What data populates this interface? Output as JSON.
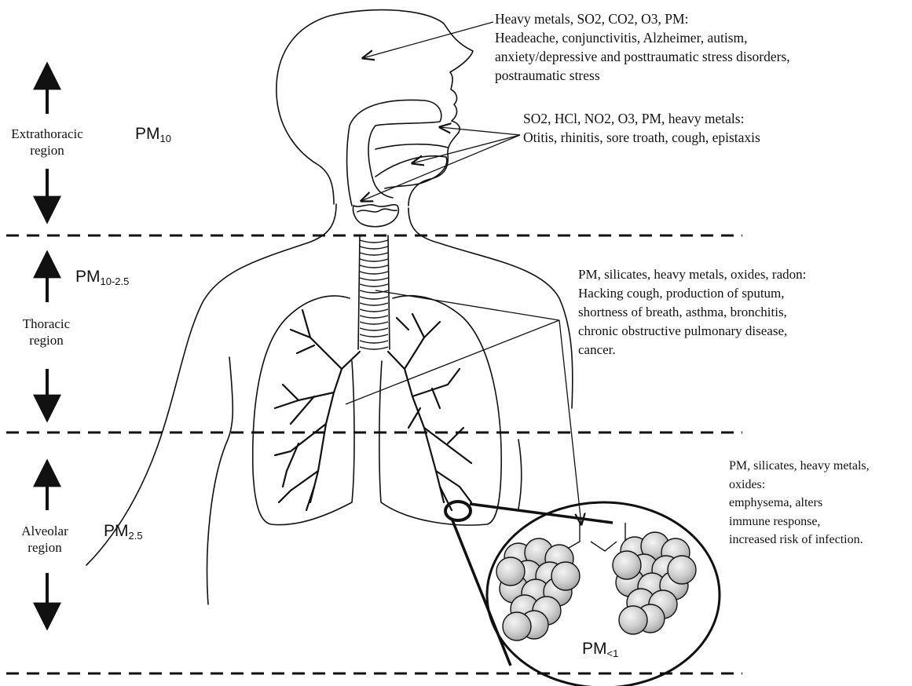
{
  "regions": [
    {
      "name_line1": "Extrathoracic",
      "name_line2": "region",
      "pm_main": "PM",
      "pm_sub": "10"
    },
    {
      "name_line1": "Thoracic",
      "name_line2": "region",
      "pm_main": "PM",
      "pm_sub": "10-2.5"
    },
    {
      "name_line1": "Alveolar",
      "name_line2": "region",
      "pm_main": "PM",
      "pm_sub": "2.5"
    }
  ],
  "alveoli_pm": {
    "main": "PM",
    "sub": "<1"
  },
  "annotations": [
    {
      "pollutants": "Heavy metals, SO2, CO2, O3, PM:",
      "effects": [
        "Headeache, conjunctivitis, Alzheimer, autism,",
        "anxiety/depressive and posttraumatic stress disorders,",
        "postraumatic stress"
      ]
    },
    {
      "pollutants": "SO2, HCl, NO2, O3, PM, heavy metals:",
      "effects": [
        "Otitis, rhinitis, sore troath, cough, epistaxis"
      ]
    },
    {
      "pollutants": "PM, silicates, heavy metals, oxides, radon:",
      "effects": [
        "Hacking cough, production of sputum,",
        "shortness of breath, asthma, bronchitis,",
        "chronic obstructive pulmonary disease,",
        "cancer."
      ]
    },
    {
      "pollutants": "PM, silicates, heavy metals,",
      "pollutants_2": "oxides:",
      "effects": [
        "emphysema, alters",
        "immune response,",
        "increased risk of infection."
      ]
    }
  ],
  "colors": {
    "line": "#111111",
    "alveolus_fill": "#cfcfcf",
    "alveolus_highlight": "#f2f2f2"
  }
}
